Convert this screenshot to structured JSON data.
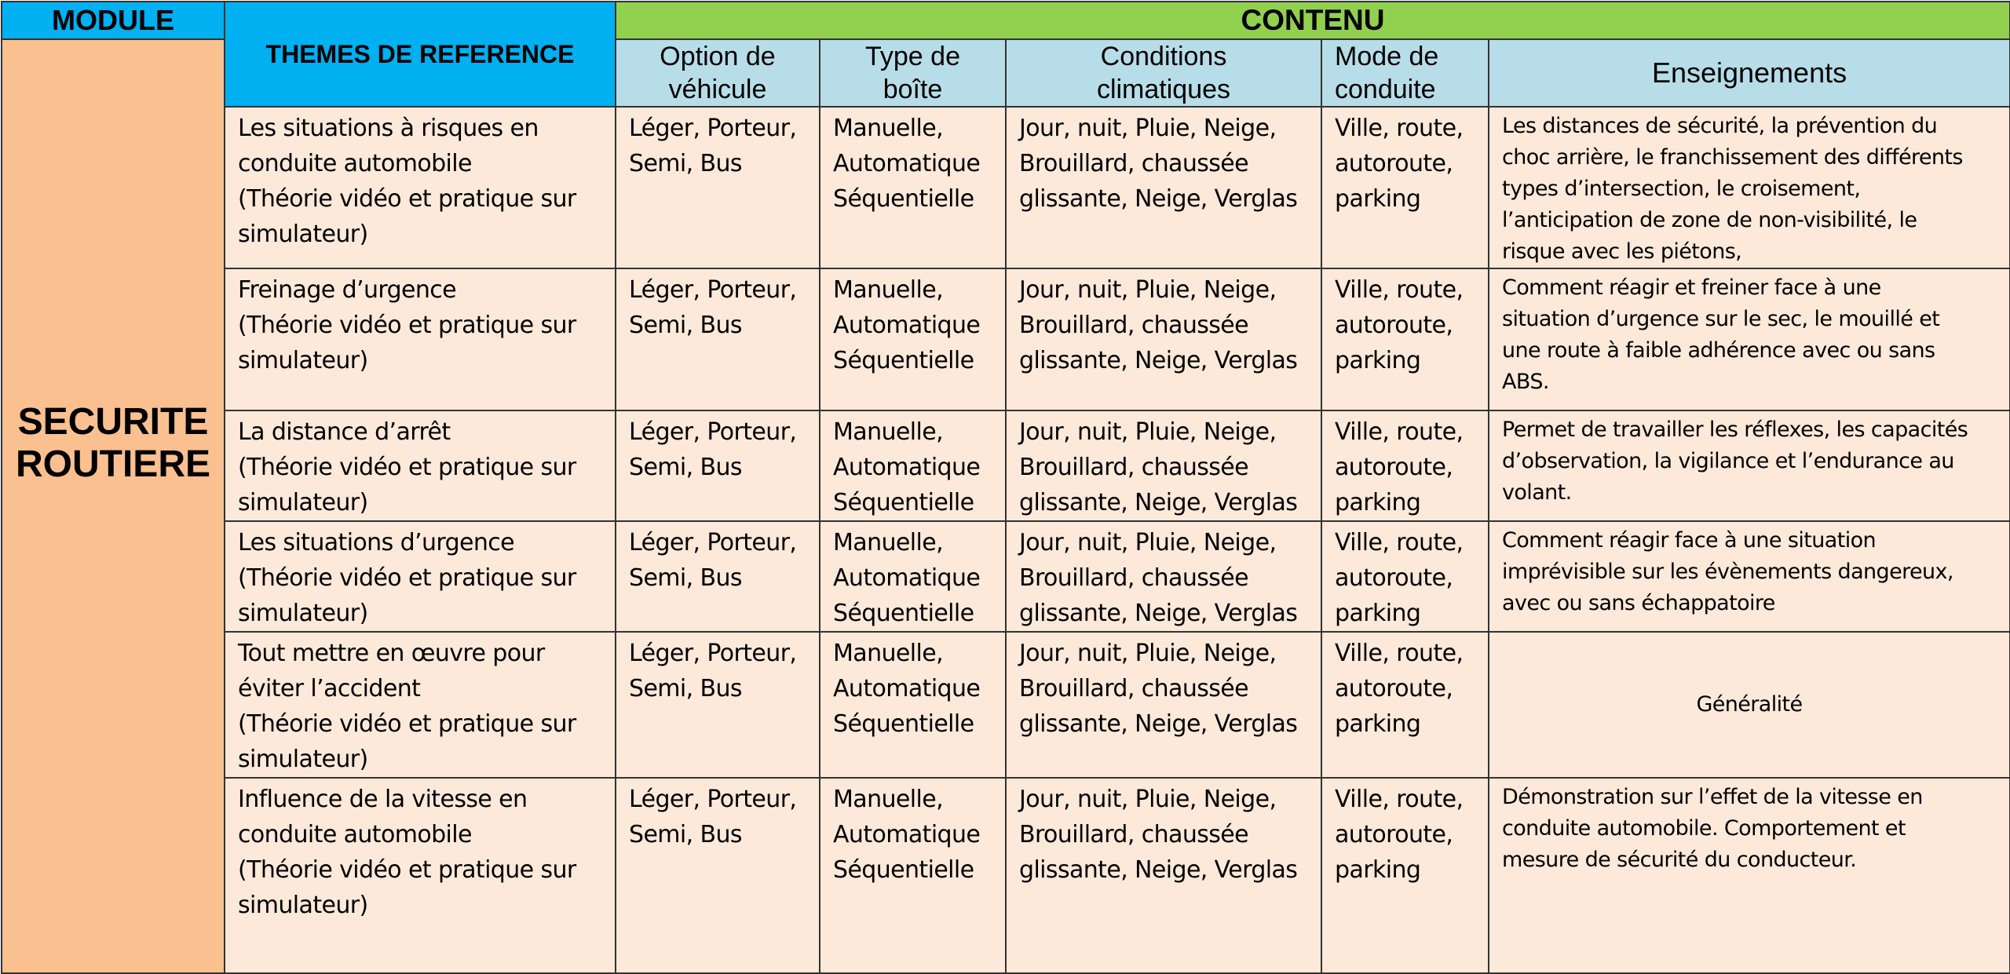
{
  "header": {
    "module": "MODULE",
    "themes": "THEMES DE REFERENCE",
    "contenu": "CONTENU",
    "option": "Option de\nvéhicule",
    "boite": "Type de\nboîte",
    "conditions": "Conditions\nclimatiques",
    "mode": "Mode de\nconduite",
    "enseignements": "Enseignements"
  },
  "module_name": "SECURITE\nROUTIERE",
  "rows": [
    {
      "theme": "Les situations à risques en\nconduite automobile\n(Théorie vidéo et pratique sur\nsimulateur)",
      "option": "Léger, Porteur,\nSemi, Bus",
      "boite": "Manuelle,\nAutomatique\nSéquentielle",
      "conditions": "Jour, nuit, Pluie, Neige,\nBrouillard, chaussée\nglissante, Neige, Verglas",
      "mode": "Ville, route,\nautoroute,\nparking",
      "enseignements": "Les distances de sécurité, la prévention du\nchoc arrière, le franchissement des différents\ntypes d’intersection, le croisement,\nl’anticipation de zone de non-visibilité, le\nrisque avec les piétons,"
    },
    {
      "theme": "Freinage d’urgence\n(Théorie vidéo et pratique sur\nsimulateur)",
      "option": "Léger, Porteur,\nSemi, Bus",
      "boite": "Manuelle,\nAutomatique\nSéquentielle",
      "conditions": "Jour, nuit, Pluie, Neige,\nBrouillard, chaussée\nglissante, Neige, Verglas",
      "mode": "Ville, route,\nautoroute,\nparking",
      "enseignements": "Comment réagir et freiner face à une\nsituation d’urgence sur le sec, le mouillé et\nune route à faible adhérence avec ou sans\nABS."
    },
    {
      "theme": "La distance d’arrêt\n(Théorie vidéo et pratique sur\nsimulateur)",
      "option": "Léger, Porteur,\nSemi, Bus",
      "boite": "Manuelle,\nAutomatique\nSéquentielle",
      "conditions": "Jour, nuit, Pluie, Neige,\nBrouillard, chaussée\nglissante, Neige, Verglas",
      "mode": "Ville, route,\nautoroute,\nparking",
      "enseignements": "Permet de travailler les réflexes, les capacités\nd’observation, la vigilance et l’endurance au\nvolant."
    },
    {
      "theme": "Les situations d’urgence\n(Théorie vidéo et pratique sur\nsimulateur)",
      "option": "Léger, Porteur,\nSemi, Bus",
      "boite": "Manuelle,\nAutomatique\nSéquentielle",
      "conditions": "Jour, nuit, Pluie, Neige,\nBrouillard, chaussée\nglissante, Neige, Verglas",
      "mode": "Ville, route,\nautoroute,\nparking",
      "enseignements": "Comment réagir face à une situation\nimprévisible sur les évènements dangereux,\navec ou sans échappatoire"
    },
    {
      "theme": "Tout mettre en œuvre pour\néviter l’accident\n(Théorie vidéo et pratique sur\nsimulateur)",
      "option": "Léger, Porteur,\nSemi, Bus",
      "boite": "Manuelle,\nAutomatique\nSéquentielle",
      "conditions": "Jour, nuit, Pluie, Neige,\nBrouillard, chaussée\nglissante, Neige, Verglas",
      "mode": "Ville, route,\nautoroute,\nparking",
      "enseignements": "Généralité"
    },
    {
      "theme": "Influence de la vitesse en\nconduite automobile\n(Théorie vidéo et pratique sur\nsimulateur)",
      "option": "Léger, Porteur,\nSemi, Bus",
      "boite": "Manuelle,\nAutomatique\nSéquentielle",
      "conditions": "Jour, nuit, Pluie, Neige,\nBrouillard, chaussée\nglissante, Neige, Verglas",
      "mode": "Ville, route,\nautoroute,\nparking",
      "enseignements": "Démonstration sur l’effet de la vitesse en\nconduite automobile. Comportement et\nmesure de sécurité du conducteur."
    }
  ]
}
